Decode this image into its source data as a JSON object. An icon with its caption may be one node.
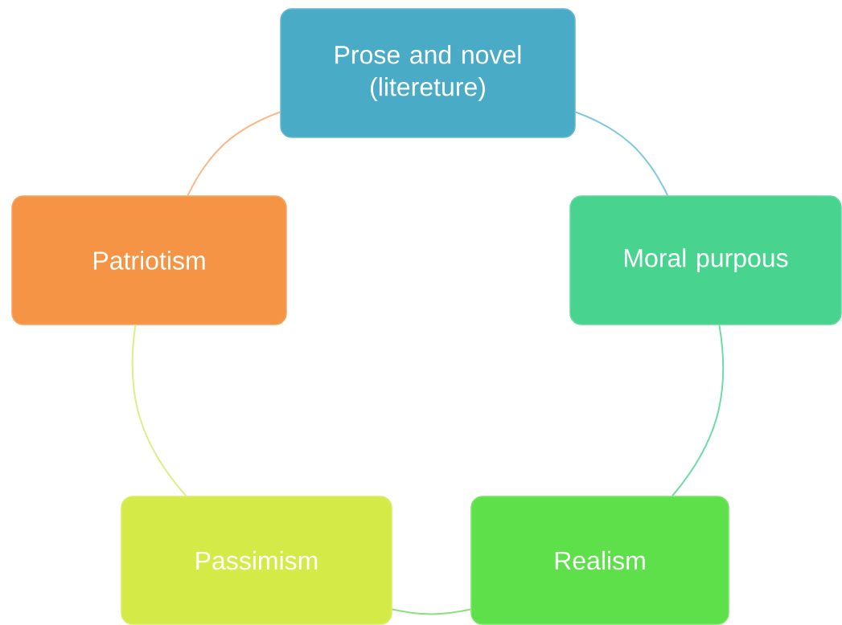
{
  "diagram": {
    "nodes": [
      {
        "text": [
          "Prose and novel (litereture)"
        ]
      },
      {
        "text": [
          "Moral purpous"
        ]
      },
      {
        "text": [
          "Realism"
        ]
      },
      {
        "text": [
          "Passimism"
        ]
      },
      {
        "text": [
          "Patriotism"
        ]
      }
    ],
    "edges": [
      {
        "from": 0,
        "to": 1,
        "arrow": "none",
        "color": "#7fc8e0"
      },
      {
        "from": 1,
        "to": 2,
        "arrow": "none",
        "color": "#6fdca8"
      },
      {
        "from": 2,
        "to": 3,
        "arrow": "none",
        "color": "#8fe07a"
      },
      {
        "from": 3,
        "to": 4,
        "arrow": "none",
        "color": "#dcee88"
      },
      {
        "from": 4,
        "to": 0,
        "arrow": "none",
        "color": "#f8b888"
      }
    ]
  }
}
